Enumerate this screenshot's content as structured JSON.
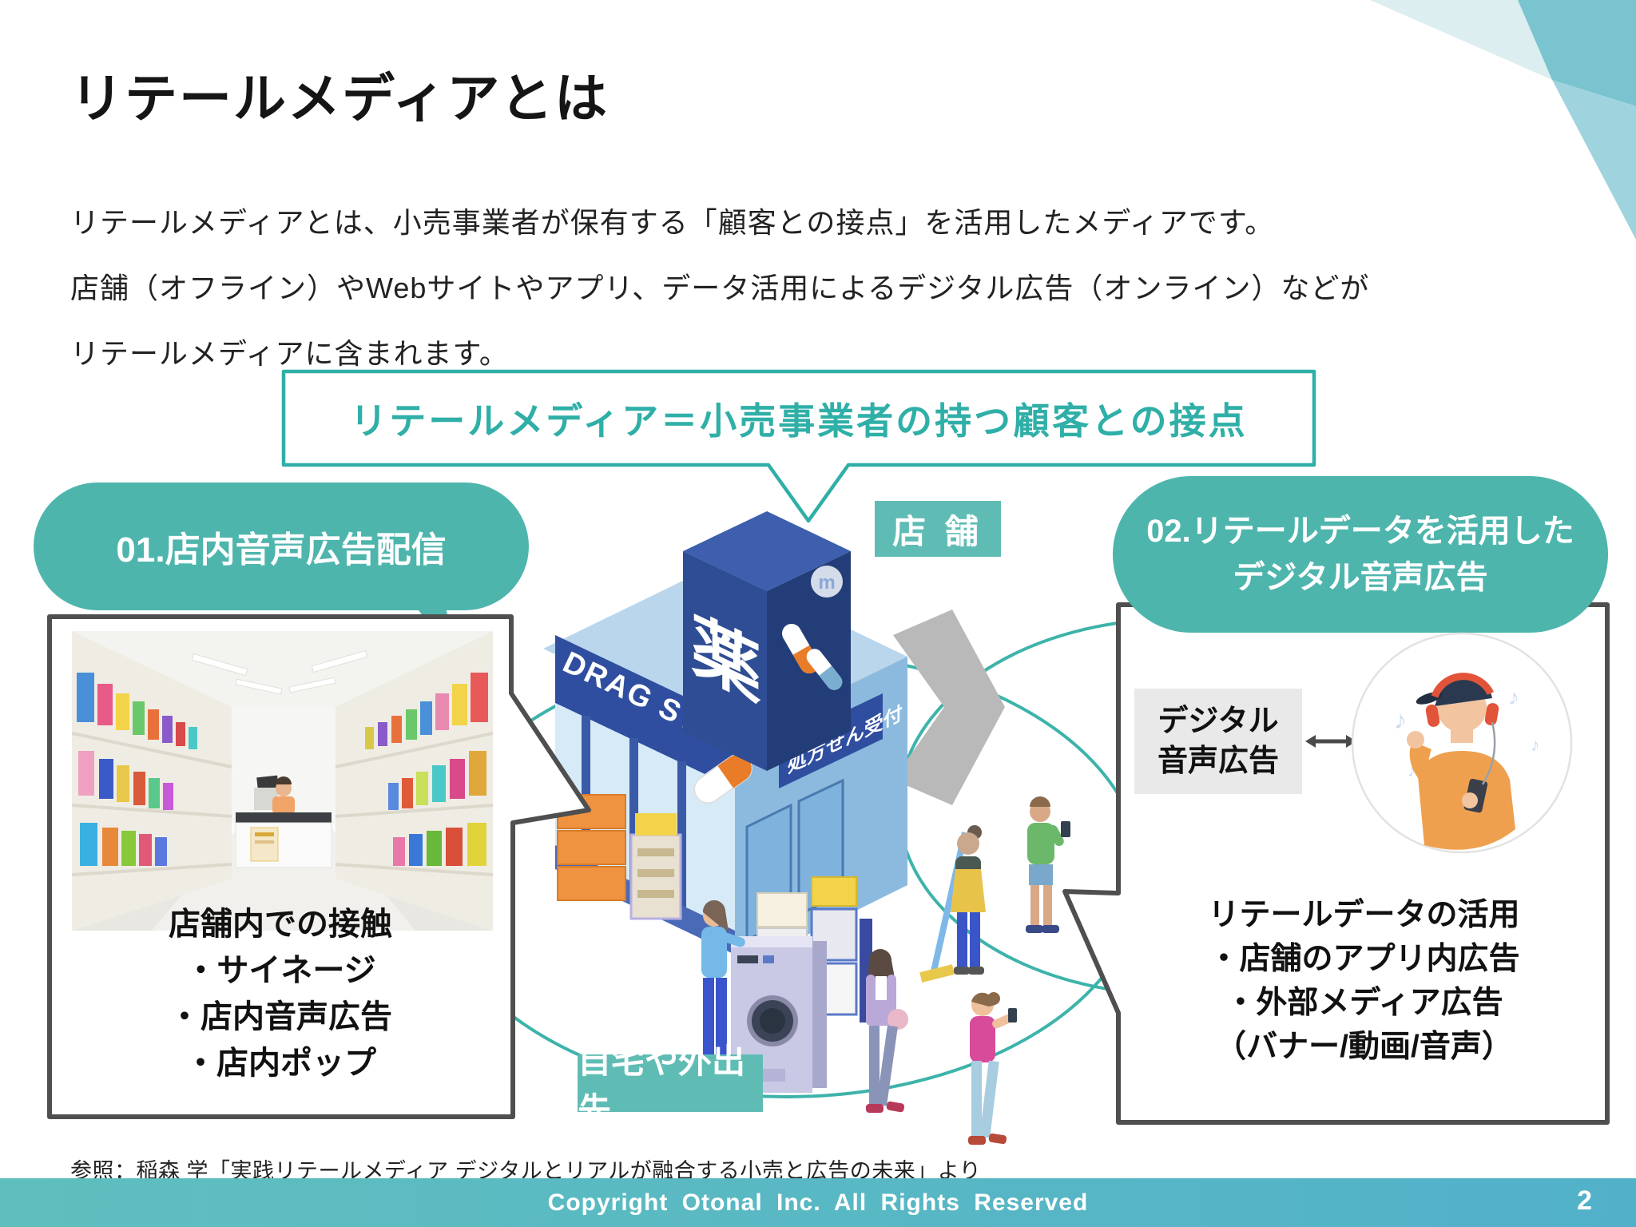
{
  "slide": {
    "title": "リテールメディアとは",
    "intro": [
      "リテールメディアとは、小売事業者が保有する「顧客との接点」を活用したメディアです。",
      "店舗（オフライン）やWebサイトやアプリ、データ活用によるデジタル広告（オンライン）などが",
      "リテールメディアに含まれます。"
    ],
    "banner": "リテールメディア＝小売事業者の持つ顧客との接点",
    "bubble_left": "01.店内音声広告配信",
    "bubble_right_line1": "02.リテールデータを活用した",
    "bubble_right_line2": "デジタル音声広告",
    "store_label": "店 舗",
    "home_label": "自宅や外出先",
    "store_sign_kanji": "薬",
    "store_sign_name": "DRAG STORE",
    "store_sign_prescription": "処方せん受付",
    "left_box": {
      "title": "店舗内での接触",
      "items": [
        "・サイネージ",
        "・店内音声広告",
        "・店内ポップ"
      ]
    },
    "right_box": {
      "digital_line1": "デジタル",
      "digital_line2": "音声広告",
      "title": "リテールデータの活用",
      "items": [
        "・店舗のアプリ内広告",
        "・外部メディア広告",
        "（バナー/動画/音声）"
      ]
    },
    "reference": "参照：稲森 学「実践リテールメディア デジタルとリアルが融合する小売と広告の未来」より",
    "footer_copyright": "Copyright  Otonal  Inc. All Rights Reserved",
    "page_number": "2",
    "colors": {
      "teal_fill": "#4eb5ad",
      "teal_border": "#2fafa7",
      "label_teal": "#5fbcb4",
      "box_border": "#4f4f4f",
      "footer_left": "#5fbfbe",
      "footer_right": "#52b1c9"
    }
  }
}
